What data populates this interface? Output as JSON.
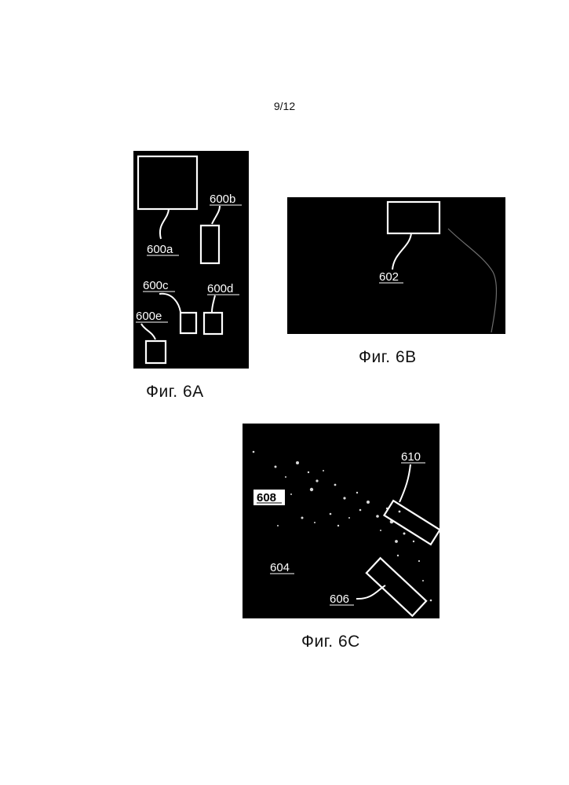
{
  "page": {
    "number": "9/12"
  },
  "figures": {
    "fig6a": {
      "caption": "Фиг. 6A",
      "labels": {
        "a": "600a",
        "b": "600b",
        "c": "600c",
        "d": "600d",
        "e": "600e"
      }
    },
    "fig6b": {
      "caption": "Фиг. 6B",
      "labels": {
        "a": "602"
      }
    },
    "fig6c": {
      "caption": "Фиг. 6C",
      "labels": {
        "tissue": "604",
        "box_lower": "606",
        "tagged": "608",
        "box_upper": "610"
      }
    }
  }
}
